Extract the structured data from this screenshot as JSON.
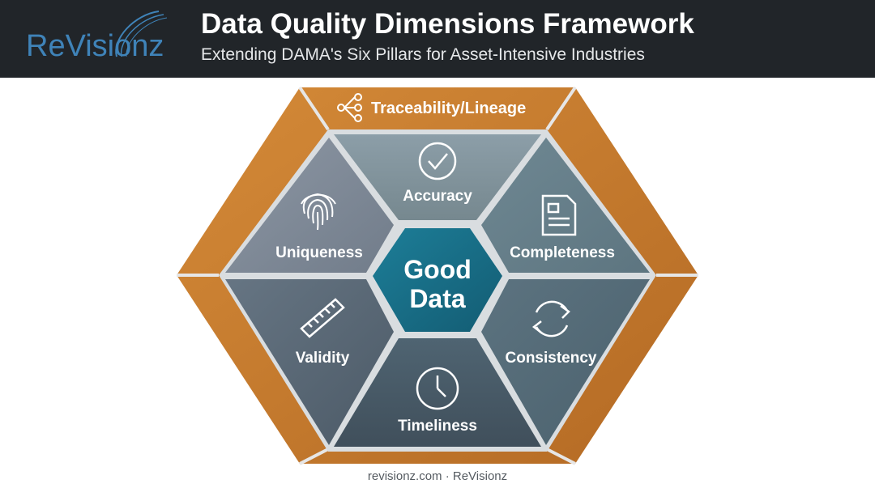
{
  "header": {
    "logo_text": "ReVisionz",
    "title": "Data Quality Dimensions Framework",
    "subtitle": "Extending DAMA's Six Pillars for Asset-Intensive Industries"
  },
  "diagram": {
    "outer_band": {
      "label": "Traceability/Lineage",
      "icon": "lineage-icon",
      "color": "#c47a2c"
    },
    "center": {
      "line1": "Good",
      "line2": "Data",
      "color": "#1b6f8a"
    },
    "segments": [
      {
        "label": "Accuracy",
        "icon": "check-circle-icon"
      },
      {
        "label": "Completeness",
        "icon": "document-icon"
      },
      {
        "label": "Consistency",
        "icon": "refresh-icon"
      },
      {
        "label": "Timeliness",
        "icon": "clock-icon"
      },
      {
        "label": "Validity",
        "icon": "ruler-icon"
      },
      {
        "label": "Uniqueness",
        "icon": "fingerprint-icon"
      }
    ]
  },
  "footer": {
    "text": "revisionz.com · ReVisionz"
  }
}
